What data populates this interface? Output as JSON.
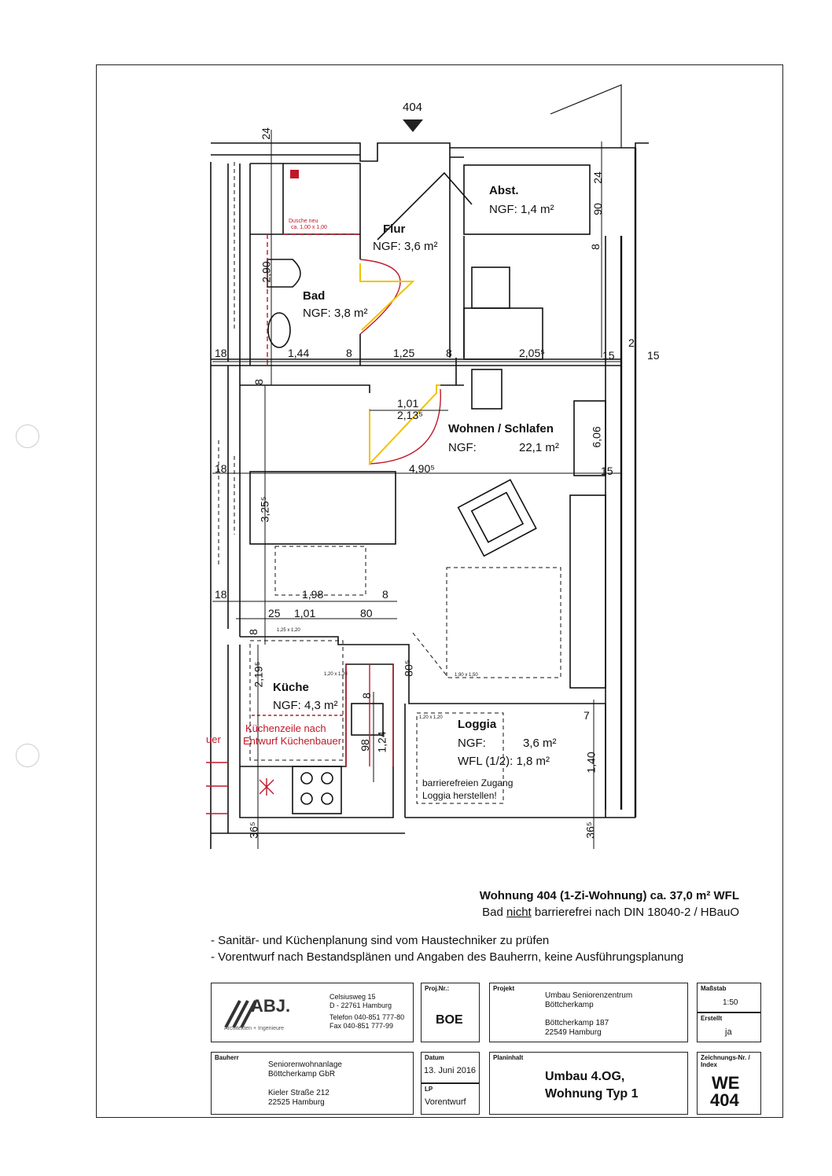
{
  "unit_marker": "404",
  "rooms": {
    "abst": {
      "name": "Abst.",
      "area": "NGF: 1,4 m²"
    },
    "flur": {
      "name": "Flur",
      "area": "NGF: 3,6 m²"
    },
    "bad": {
      "name": "Bad",
      "area": "NGF: 3,8 m²"
    },
    "wohnen": {
      "name": "Wohnen / Schlafen",
      "area_label": "NGF:",
      "area_value": "22,1 m²"
    },
    "kueche": {
      "name": "Küche",
      "area": "NGF: 4,3 m²"
    },
    "loggia": {
      "name": "Loggia",
      "ngf_label": "NGF:",
      "ngf_value": "3,6 m²",
      "wfl_label": "WFL (1/2): 1,8 m²"
    }
  },
  "annotations": {
    "dusche": "Dusche neu",
    "dusche_size": "ca. 1,00 x 1,00",
    "kuechenzeile_1": "Küchenzeile nach",
    "kuechenzeile_2": "Entwurf Küchenbauer",
    "kuechenbauer_cut": "uer",
    "loggia_note_1": "barrierefreien Zugang",
    "loggia_note_2": "Loggia herstellen!",
    "size_125": "1,25 x 1,20",
    "size_120": "1,20 x 1,20",
    "size_190": "1,90 x 1,50",
    "size_loggia": "1,20 x 1,20"
  },
  "dimensions": {
    "d24a": "24",
    "d24b": "24",
    "d90": "90",
    "d8a": "8",
    "d290": "2,90",
    "d18a": "18",
    "d144": "1,44",
    "d8b": "8",
    "d125": "1,25",
    "d8c": "8",
    "d2055": "2,05⁵",
    "d15a": "15",
    "d2": "2",
    "d15b": "15",
    "d101a": "1,01",
    "d2135": "2,13⁵",
    "d8d": "8",
    "d606": "6,06",
    "d18b": "18",
    "d4905": "4,90⁵",
    "d15c": "15",
    "d3255": "3,25⁵",
    "d18c": "18",
    "d198": "1,98",
    "d8e": "8",
    "d25": "25",
    "d101b": "1,01",
    "d80a": "80",
    "d8f": "8",
    "d2195": "2,19⁵",
    "d805": "80⁵",
    "d8g": "8",
    "d98": "98",
    "d124": "1,24",
    "d7": "7",
    "d140": "1,40",
    "d365a": "36⁵",
    "d365b": "36⁵"
  },
  "summary": {
    "line1": "Wohnung 404 (1-Zi-Wohnung) ca. 37,0 m² WFL",
    "line2_pre": "Bad ",
    "line2_em": "nicht",
    "line2_post": " barrierefrei nach DIN 18040-2 / HBauO"
  },
  "notes": [
    "- Sanitär- und Küchenplanung sind vom Haustechniker zu prüfen",
    "- Vorentwurf nach Bestandsplänen und Angaben des Bauherrn, keine Ausführungsplanung"
  ],
  "title_block": {
    "logo_text": "ABJ.",
    "logo_sub": "Architekten + Ingenieure",
    "office_street": "Celsiusweg 15",
    "office_city": "D - 22761 Hamburg",
    "office_tel": "Telefon 040-851 777-80",
    "office_fax": "Fax 040-851 777-99",
    "projnr_caption": "Proj.Nr.:",
    "projnr": "BOE",
    "projekt_caption": "Projekt",
    "projekt_1": "Umbau Seniorenzentrum",
    "projekt_2": "Böttcherkamp",
    "projekt_3": "Böttcherkamp 187",
    "projekt_4": "22549 Hamburg",
    "massstab_caption": "Maßstab",
    "massstab": "1:50",
    "erstellt_caption": "Erstellt",
    "erstellt": "ja",
    "bauherr_caption": "Bauherr",
    "bauherr_1": "Seniorenwohnanlage",
    "bauherr_2": "Böttcherkamp GbR",
    "bauherr_3": "Kieler Straße 212",
    "bauherr_4": "22525 Hamburg",
    "datum_caption": "Datum",
    "datum": "13. Juni 2016",
    "lp_caption": "LP",
    "lp": "Vorentwurf",
    "planinhalt_caption": "Planinhalt",
    "planinhalt_1": "Umbau 4.OG,",
    "planinhalt_2": "Wohnung Typ 1",
    "zeichnung_caption": "Zeichnungs-Nr. / Index",
    "zeichnung_1": "WE",
    "zeichnung_2": "404"
  },
  "colors": {
    "red": "#c0182a",
    "yellow": "#f2c200",
    "wall": "#111111"
  }
}
